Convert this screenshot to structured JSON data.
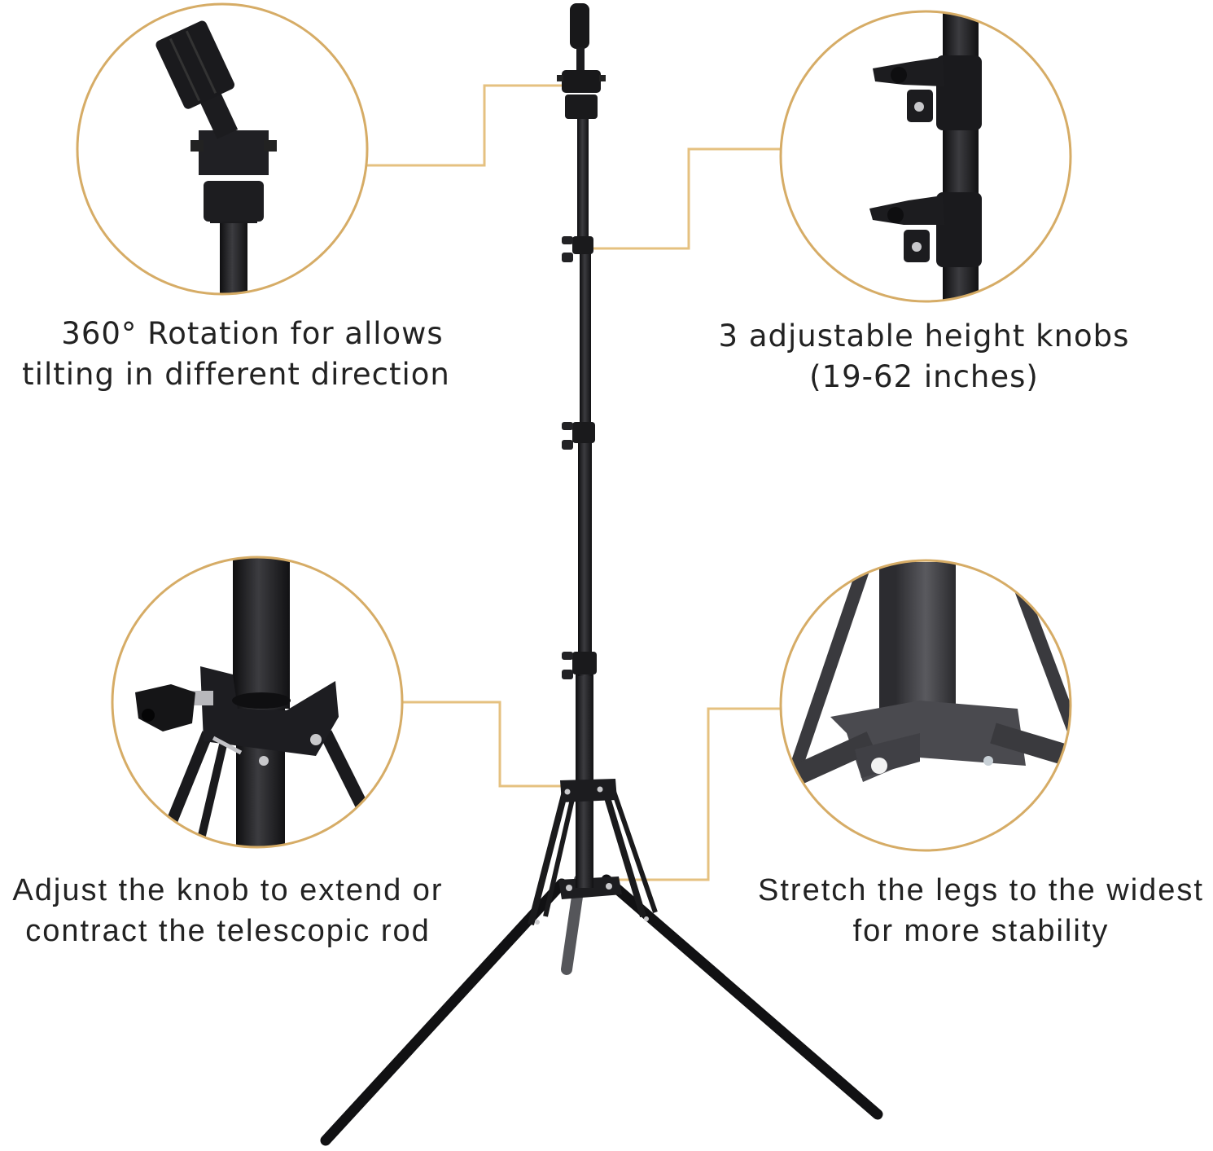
{
  "product": "Telescopic tripod stand",
  "colors": {
    "accent_line": "#E5C180",
    "circle_border": "#D6AC66",
    "metal_dark": "#1e1e20",
    "metal_mid": "#3a3a3e",
    "text": "#222222",
    "background": "#FFFFFF"
  },
  "callouts": [
    {
      "id": "top-left",
      "feature": "rotating head",
      "caption_lines": [
        "360° Rotation for allows",
        "tilting in different direction"
      ]
    },
    {
      "id": "top-right",
      "feature": "height knobs",
      "caption_lines": [
        "3 adjustable height knobs",
        "(19-62 inches)"
      ]
    },
    {
      "id": "bottom-left",
      "feature": "extension knob",
      "caption_lines": [
        "Adjust the knob to extend or",
        "contract the telescopic rod"
      ]
    },
    {
      "id": "bottom-right",
      "feature": "leg spreader",
      "caption_lines": [
        "Stretch the legs to the widest",
        "for more stability"
      ]
    }
  ]
}
